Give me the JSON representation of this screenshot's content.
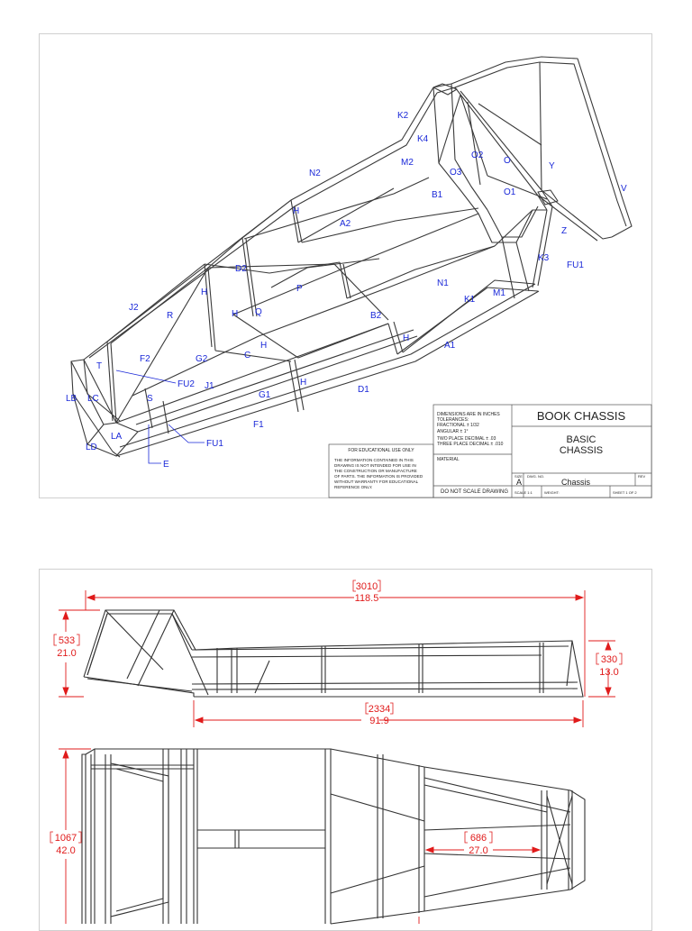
{
  "part_labels": [
    "K2",
    "K4",
    "M2",
    "O2",
    "O",
    "O3",
    "Y",
    "N2",
    "B1",
    "O1",
    "V",
    "H",
    "A2",
    "Z",
    "K3",
    "FU1",
    "D2",
    "N1",
    "M1",
    "K1",
    "H",
    "P",
    "J2",
    "R",
    "H",
    "Q",
    "B2",
    "H",
    "H",
    "A1",
    "C",
    "F2",
    "G2",
    "T",
    "FU2",
    "J1",
    "D1",
    "H",
    "G1",
    "LB",
    "LC",
    "S",
    "F1",
    "LA",
    "FU1",
    "LD",
    "E"
  ],
  "title_block": {
    "dimensions_note": [
      "DIMENSIONS ARE IN INCHES",
      "TOLERANCES:",
      "FRACTIONAL ± 1/32",
      "ANGULAR ± 1°",
      "TWO PLACE DECIMAL   ± .03",
      "THREE PLACE DECIMAL ± .010"
    ],
    "material_label": "MATERIAL",
    "scale_note": "DO NOT SCALE DRAWING",
    "book_title": "BOOK CHASSIS",
    "drawing_title_1": "BASIC",
    "drawing_title_2": "CHASSIS",
    "size_label": "SIZE",
    "size_value": "A",
    "dwg_label": "DWG. NO.",
    "dwg_value": "Chassis",
    "rev_label": "REV",
    "scale_label": "SCALE 1:1",
    "weight_label": "WEIGHT:",
    "sheet_label": "SHEET 1 OF 2",
    "edu_title": "FOR EDUCATIONAL USE ONLY",
    "edu_text": [
      "THE INFORMATION CONTAINED IN THIS",
      "DRAWING IS NOT INTENDED FOR USE IN",
      "THE CONSTRUCTION OR MANUFACTURE",
      "OF PARTS. THE INFORMATION IS PROVIDED",
      "WITHOUT WARRANTY FOR EDUCATIONAL",
      "REFERENCE ONLY."
    ]
  },
  "dimensions": {
    "overall_length": {
      "mm": "3010",
      "in": "118.5"
    },
    "front_height": {
      "mm": "533",
      "in": "21.0"
    },
    "rear_height": {
      "mm": "330",
      "in": "13.0"
    },
    "floor_length": {
      "mm": "2334",
      "in": "91.9"
    },
    "overall_width": {
      "mm": "1067",
      "in": "42.0"
    },
    "nose_width": {
      "mm": "686",
      "in": "27.0"
    }
  },
  "colors": {
    "tube": "#333333",
    "label": "#1a28d8",
    "dimension": "#e01b1b"
  }
}
